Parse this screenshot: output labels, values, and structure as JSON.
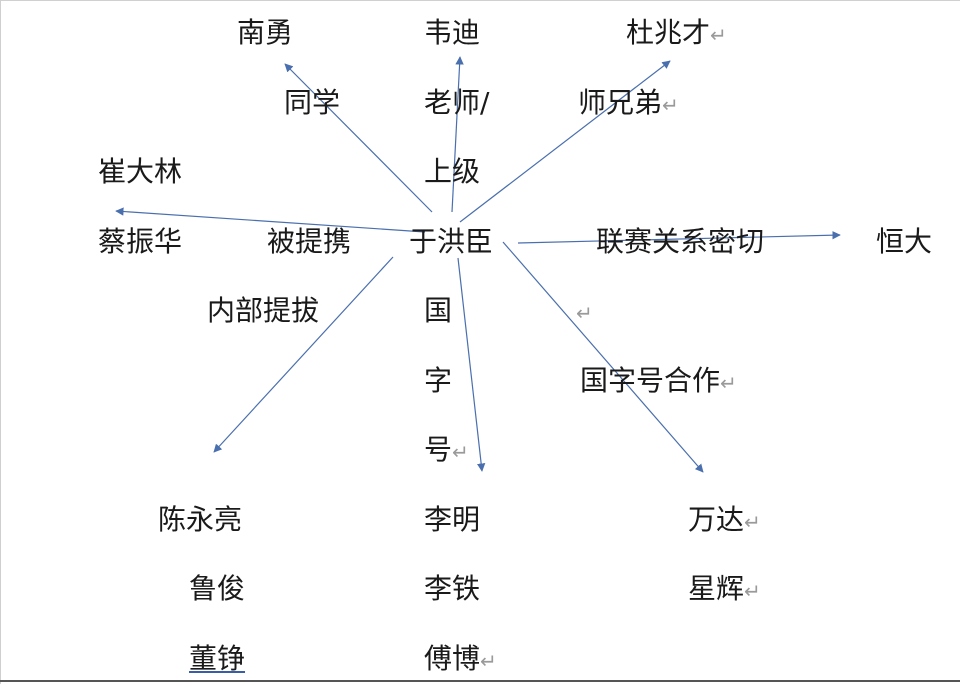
{
  "nodes": {
    "nanyong": "南勇",
    "weidi": "韦迪",
    "duzhaocai": "杜兆才",
    "cuidalin": "崔大林",
    "caizhenhua": "蔡振华",
    "center": "于洪臣",
    "hengda": "恒大",
    "chenyongliang": "陈永亮",
    "lujun": "鲁俊",
    "dongzheng": "董铮",
    "liming": "李明",
    "litie": "李铁",
    "fubo": "傅博",
    "wanda": "万达",
    "xinghui": "星辉"
  },
  "labels": {
    "tongxue": "同学",
    "laoshi_1": "老师/",
    "laoshi_2": "上级",
    "shixiongdi": "师兄弟",
    "beitixie": "被提携",
    "liansai": "联赛关系密切",
    "neibu": "内部提拔",
    "guo": "国",
    "zi": "字",
    "hao": "号",
    "guozihao_hezuo": "国字号合作"
  },
  "marks": {
    "paragraph": "↵"
  },
  "colors": {
    "arrow": "#4a6fae",
    "text": "#1a1a1a"
  }
}
